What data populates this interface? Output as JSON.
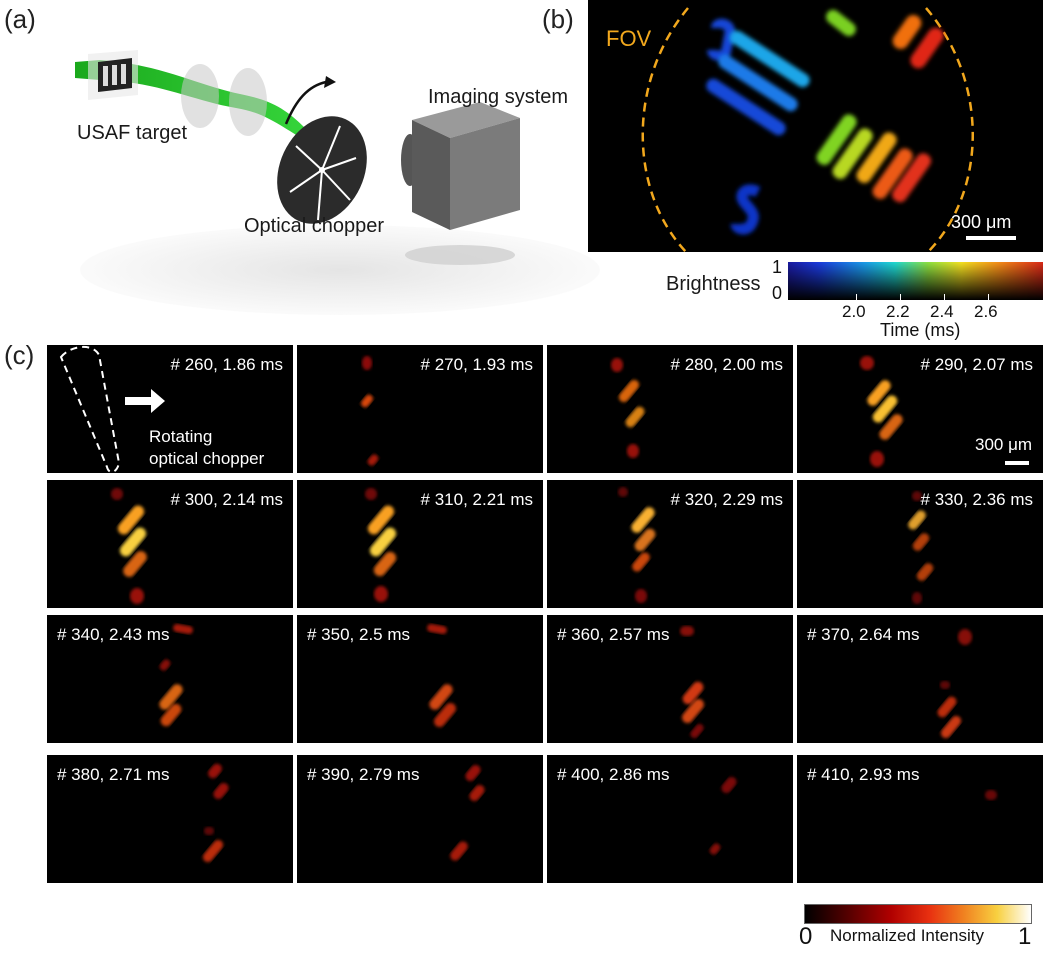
{
  "panel_labels": {
    "a": "(a)",
    "b": "(b)",
    "c": "(c)"
  },
  "panel_a": {
    "usaf_label": "USAF target",
    "chopper_label": "Optical chopper",
    "imaging_label": "Imaging system",
    "colors": {
      "beam": "#1db820",
      "chopper": "#2b2b2b",
      "camera": "#6e6e6e"
    }
  },
  "panel_b": {
    "fov_label": "FOV",
    "scalebar": "300 μm",
    "brightness_label": "Brightness",
    "brightness_max": "1",
    "brightness_min": "0",
    "time_ticks": [
      "2.0",
      "2.2",
      "2.4",
      "2.6"
    ],
    "time_label": "Time (ms)",
    "colors": {
      "fov": "#f2a81d"
    }
  },
  "panel_c": {
    "frames": [
      {
        "label": "# 260, 1.86 ms"
      },
      {
        "label": "# 270, 1.93 ms"
      },
      {
        "label": "# 280, 2.00 ms"
      },
      {
        "label": "# 290, 2.07 ms"
      },
      {
        "label": "# 300, 2.14 ms"
      },
      {
        "label": "# 310, 2.21 ms"
      },
      {
        "label": "# 320, 2.29 ms"
      },
      {
        "label": "# 330, 2.36 ms"
      },
      {
        "label": "# 340, 2.43 ms"
      },
      {
        "label": "# 350, 2.5 ms"
      },
      {
        "label": "# 360, 2.57 ms"
      },
      {
        "label": "# 370, 2.64 ms"
      },
      {
        "label": "# 380, 2.71 ms"
      },
      {
        "label": "# 390, 2.79 ms"
      },
      {
        "label": "# 400, 2.86 ms"
      },
      {
        "label": "# 410, 2.93 ms"
      }
    ],
    "rotating_label_1": "Rotating",
    "rotating_label_2": "optical chopper",
    "scalebar": "300 μm",
    "intensity_min": "0",
    "intensity_label": "Normalized Intensity",
    "intensity_max": "1"
  }
}
